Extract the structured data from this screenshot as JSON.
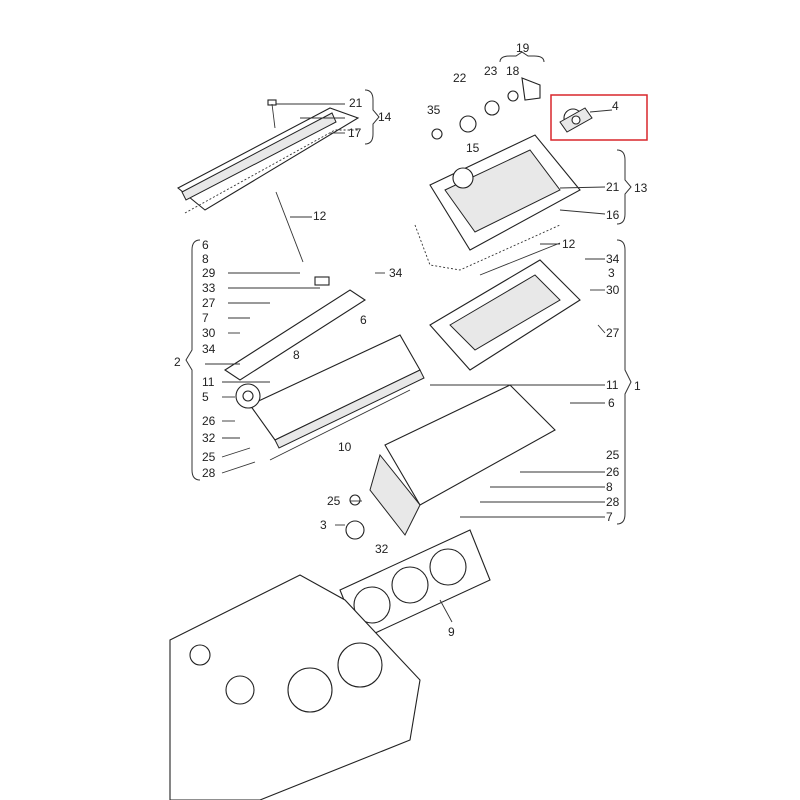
{
  "diagram": {
    "title": "Cylinder head, cylinder head cover exploded view",
    "highlight_color": "#d9262b",
    "highlighted_part": "4",
    "labels": [
      "21",
      "14",
      "17",
      "12",
      "6",
      "8",
      "29",
      "33",
      "27",
      "7",
      "30",
      "34",
      "2",
      "11",
      "5",
      "26",
      "32",
      "25",
      "28",
      "34",
      "6",
      "8",
      "10",
      "19",
      "22",
      "23",
      "18",
      "35",
      "15",
      "4",
      "21",
      "13",
      "16",
      "12",
      "34",
      "3",
      "30",
      "27",
      "11",
      "1",
      "6",
      "25",
      "26",
      "8",
      "28",
      "7",
      "25",
      "3",
      "32",
      "9"
    ]
  }
}
